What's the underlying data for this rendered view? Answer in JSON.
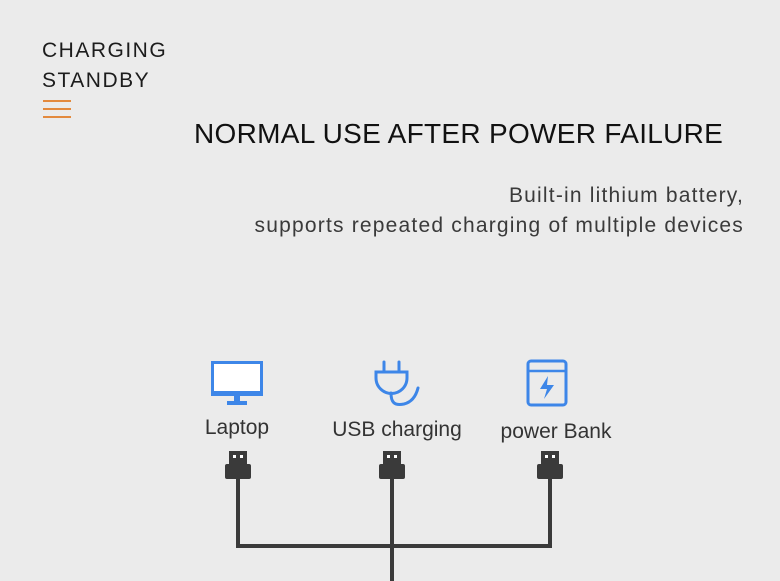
{
  "header": {
    "tag_line1": "CHARGING",
    "tag_line2": "STANDBY",
    "menu_icon": "hamburger-menu-icon",
    "accent_color": "#e38a3e"
  },
  "main": {
    "headline": "NORMAL USE AFTER POWER FAILURE",
    "description_line1": "Built-in lithium battery,",
    "description_line2": "supports repeated charging of multiple devices"
  },
  "devices": [
    {
      "label": "Laptop",
      "icon": "monitor-icon"
    },
    {
      "label": "USB charging",
      "icon": "plug-icon"
    },
    {
      "label": "power Bank",
      "icon": "power-bank-icon"
    }
  ],
  "colors": {
    "icon_blue": "#3d86e8",
    "cable": "#3a3a3a"
  }
}
